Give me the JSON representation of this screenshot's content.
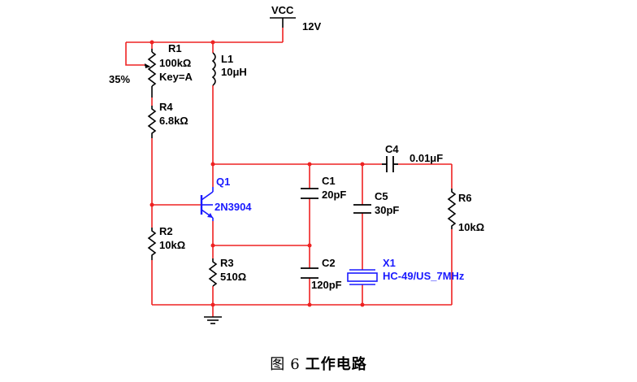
{
  "vcc": {
    "label": "VCC",
    "voltage": "12V"
  },
  "components": {
    "r1": {
      "ref": "R1",
      "value": "100kΩ",
      "key": "Key=A",
      "setting": "35%"
    },
    "r4": {
      "ref": "R4",
      "value": "6.8kΩ"
    },
    "r2": {
      "ref": "R2",
      "value": "10kΩ"
    },
    "r3": {
      "ref": "R3",
      "value": "510Ω"
    },
    "r6": {
      "ref": "R6",
      "value": "10kΩ"
    },
    "l1": {
      "ref": "L1",
      "value": "10μH"
    },
    "q1": {
      "ref": "Q1",
      "value": "2N3904"
    },
    "c1": {
      "ref": "C1",
      "value": "20pF"
    },
    "c2": {
      "ref": "C2",
      "value": "120pF"
    },
    "c4": {
      "ref": "C4",
      "value": "0.01μF"
    },
    "c5": {
      "ref": "C5",
      "value": "30pF"
    },
    "x1": {
      "ref": "X1",
      "value": "HC-49/US_7MHz"
    }
  },
  "caption": {
    "figure": "图",
    "number": "6",
    "title": "工作电路"
  },
  "colors": {
    "wire": "#ee2222",
    "component": "#000000",
    "transistor": "#1a1aff",
    "crystal": "#1a1aff",
    "node": "#ee2222"
  }
}
